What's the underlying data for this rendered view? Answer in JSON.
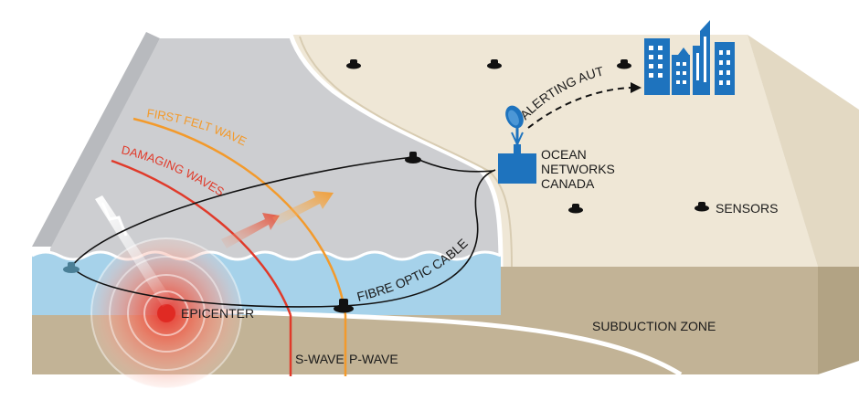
{
  "labels": {
    "first_felt_wave": "FIRST FELT WAVE",
    "damaging_waves": "DAMAGING WAVES",
    "alerting_authority": "ALERTING AUTHORITY",
    "ocean_networks_line1": "OCEAN",
    "ocean_networks_line2": "NETWORKS",
    "ocean_networks_line3": "CANADA",
    "sensors": "SENSORS",
    "fibre_optic_cable": "FIBRE OPTIC CABLE",
    "epicenter": "EPICENTER",
    "subduction_zone": "SUBDUCTION ZONE",
    "s_wave": "S-WAVE",
    "p_wave": "P-WAVE"
  },
  "colors": {
    "p_wave": "#f39a2b",
    "s_wave": "#e03a2a",
    "station_blue": "#1e73be",
    "land_cream": "#efe7d6",
    "land_side": "#c2b396",
    "water": "#a6d2ea",
    "sea_floor": "#cfd0d3",
    "sensor": "#111111"
  },
  "icons": {
    "station": "satellite-dish-building-icon",
    "city": "city-skyline-icon",
    "sensor": "seafloor-sensor-icon",
    "epicenter": "epicenter-target-icon"
  }
}
